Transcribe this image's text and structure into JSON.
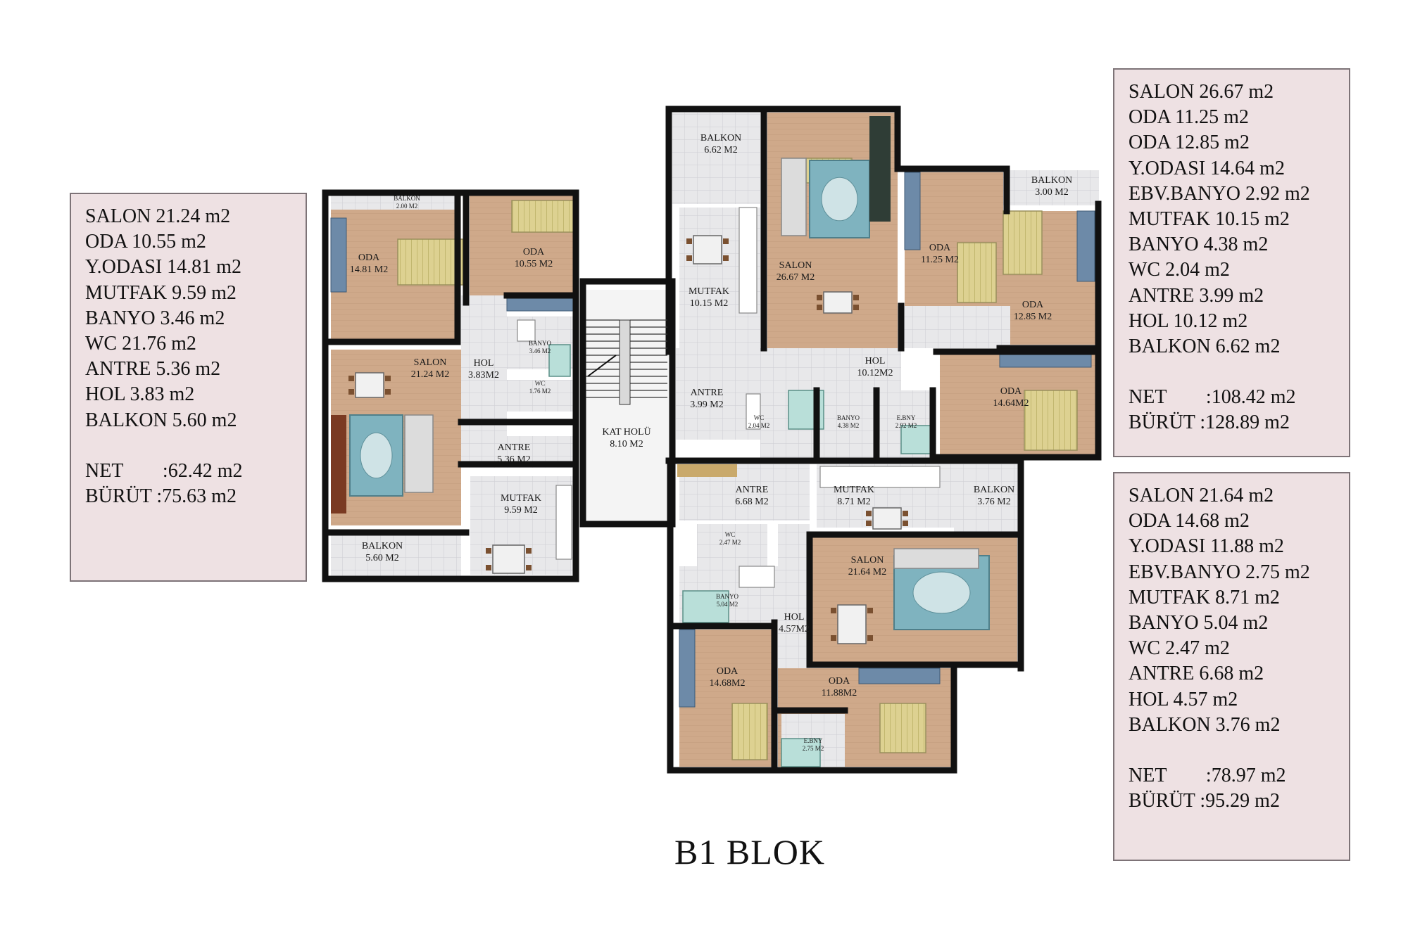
{
  "title": "B1 BLOK",
  "apartments": [
    {
      "id": "left",
      "rows": [
        "SALON 21.24 m2",
        "ODA 10.55 m2",
        "Y.ODASI 14.81 m2",
        "MUTFAK 9.59 m2",
        "BANYO 3.46 m2",
        "WC 21.76 m2",
        "ANTRE 5.36 m2",
        "HOL 3.83 m2",
        "BALKON 5.60 m2"
      ],
      "net": "NET        :62.42 m2",
      "brut": "BÜRÜT :75.63 m2"
    },
    {
      "id": "top-right",
      "rows": [
        "SALON 26.67 m2",
        "ODA 11.25 m2",
        "ODA 12.85 m2",
        "Y.ODASI 14.64 m2",
        "EBV.BANYO 2.92 m2",
        "MUTFAK 10.15 m2",
        "BANYO 4.38 m2",
        "WC 2.04 m2",
        "ANTRE 3.99 m2",
        "HOL 10.12 m2",
        "BALKON 6.62 m2"
      ],
      "net": "NET        :108.42 m2",
      "brut": "BÜRÜT :128.89 m2"
    },
    {
      "id": "bottom-right",
      "rows": [
        "SALON 21.64 m2",
        "ODA 14.68 m2",
        "Y.ODASI 11.88 m2",
        "EBV.BANYO 2.75 m2",
        "MUTFAK 8.71 m2",
        "BANYO 5.04 m2",
        "WC 2.47 m2",
        "ANTRE 6.68 m2",
        "HOL 4.57 m2",
        "BALKON 3.76 m2"
      ],
      "net": "NET        :78.97 m2",
      "brut": "BÜRÜT :95.29 m2"
    }
  ],
  "rooms": [
    {
      "name": "BALKON",
      "area": "2.00 M2",
      "size": "s"
    },
    {
      "name": "ODA",
      "area": "14.81 M2",
      "size": "m"
    },
    {
      "name": "ODA",
      "area": "10.55 M2",
      "size": "m"
    },
    {
      "name": "SALON",
      "area": "21.24 M2",
      "size": "m"
    },
    {
      "name": "HOL",
      "area": "3.83M2",
      "size": "m"
    },
    {
      "name": "BANYO",
      "area": "3.46 M2",
      "size": "s"
    },
    {
      "name": "WC",
      "area": "1.76 M2",
      "size": "s"
    },
    {
      "name": "ANTRE",
      "area": "5.36 M2",
      "size": "m"
    },
    {
      "name": "MUTFAK",
      "area": "9.59 M2",
      "size": "m"
    },
    {
      "name": "BALKON",
      "area": "5.60 M2",
      "size": "m"
    },
    {
      "name": "KAT HOLÜ",
      "area": "8.10 M2",
      "size": "m"
    },
    {
      "name": "BALKON",
      "area": "6.62 M2",
      "size": "m"
    },
    {
      "name": "MUTFAK",
      "area": "10.15 M2",
      "size": "m"
    },
    {
      "name": "SALON",
      "area": "26.67 M2",
      "size": "m"
    },
    {
      "name": "ODA",
      "area": "11.25 M2",
      "size": "m"
    },
    {
      "name": "BALKON",
      "area": "3.00 M2",
      "size": "m"
    },
    {
      "name": "ODA",
      "area": "12.85 M2",
      "size": "m"
    },
    {
      "name": "HOL",
      "area": "10.12M2",
      "size": "m"
    },
    {
      "name": "ANTRE",
      "area": "3.99 M2",
      "size": "m"
    },
    {
      "name": "WC",
      "area": "2.04 M2",
      "size": "s"
    },
    {
      "name": "BANYO",
      "area": "4.38 M2",
      "size": "s"
    },
    {
      "name": "E.BNY",
      "area": "2.92 M2",
      "size": "s"
    },
    {
      "name": "ODA",
      "area": "14.64M2",
      "size": "m"
    },
    {
      "name": "ANTRE",
      "area": "6.68 M2",
      "size": "m"
    },
    {
      "name": "MUTFAK",
      "area": "8.71 M2",
      "size": "m"
    },
    {
      "name": "BALKON",
      "area": "3.76 M2",
      "size": "m"
    },
    {
      "name": "WC",
      "area": "2.47 M2",
      "size": "s"
    },
    {
      "name": "SALON",
      "area": "21.64 M2",
      "size": "m"
    },
    {
      "name": "BANYO",
      "area": "5.04 M2",
      "size": "s"
    },
    {
      "name": "HOL",
      "area": "4.57M2",
      "size": "m"
    },
    {
      "name": "ODA",
      "area": "14.68M2",
      "size": "m"
    },
    {
      "name": "ODA",
      "area": "11.88M2",
      "size": "m"
    },
    {
      "name": "E.BNY",
      "area": "2.75 M2",
      "size": "s"
    }
  ],
  "colors": {
    "box_fill": "#eee1e3",
    "box_border": "#7d7377",
    "wall": "#111111",
    "room_floor": "#cfa98a",
    "tile_floor": "#e6e6e8",
    "rug": "#7fb3bf",
    "bed": "#d9cf8f",
    "wardrobe": "#6d8aa8",
    "tv_cabinet": "#7a3a22"
  }
}
